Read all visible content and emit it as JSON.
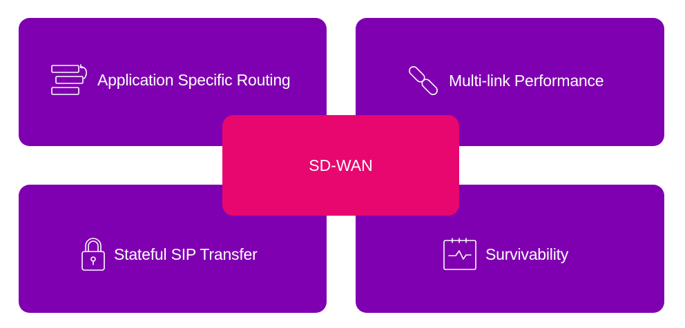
{
  "diagram": {
    "center": {
      "label": "SD-WAN",
      "icon": null
    },
    "features": [
      {
        "label": "Application Specific Routing",
        "icon": "routing-stack-icon",
        "position": "top-left"
      },
      {
        "label": "Multi-link Performance",
        "icon": "chain-link-icon",
        "position": "top-right"
      },
      {
        "label": "Stateful SIP Transfer",
        "icon": "padlock-icon",
        "position": "bottom-left"
      },
      {
        "label": "Survivability",
        "icon": "calendar-pulse-icon",
        "position": "bottom-right"
      }
    ]
  },
  "colors": {
    "card": "#7f00b0",
    "center": "#e8076f",
    "text": "#ffffff",
    "background": "#ffffff"
  }
}
